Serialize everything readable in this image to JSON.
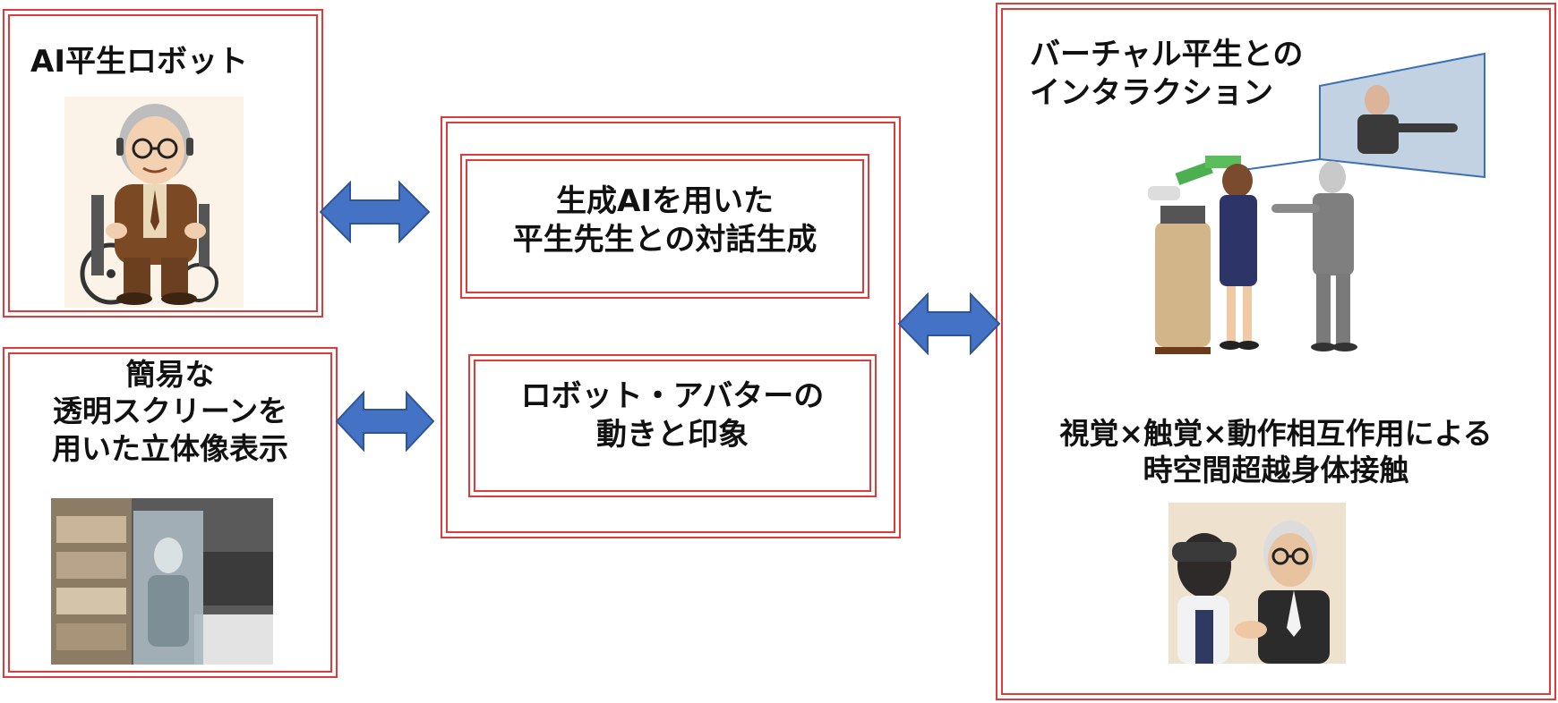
{
  "colors": {
    "border": "#e03b3b",
    "arrow": "#4472c4",
    "arrow_stroke": "#2f5597"
  },
  "left_top": {
    "title": "AI平生ロボット"
  },
  "left_bottom": {
    "line1": "簡易な",
    "line2": "透明スクリーンを",
    "line3": "用いた立体像表示"
  },
  "center": {
    "box1": {
      "line1": "生成AIを用いた",
      "line2": "平生先生との対話生成"
    },
    "box2": {
      "line1": "ロボット・アバターの",
      "line2": "動きと印象"
    }
  },
  "right": {
    "title_line1": "バーチャル平生との",
    "title_line2": "インタラクション",
    "sub_line1": "視覚×触覚×動作相互作用による",
    "sub_line2": "時空間超越身体接触"
  },
  "icons": [
    "robot-illustration",
    "hologram-photo",
    "vr-avatar-illustration",
    "handshake-illustration"
  ]
}
